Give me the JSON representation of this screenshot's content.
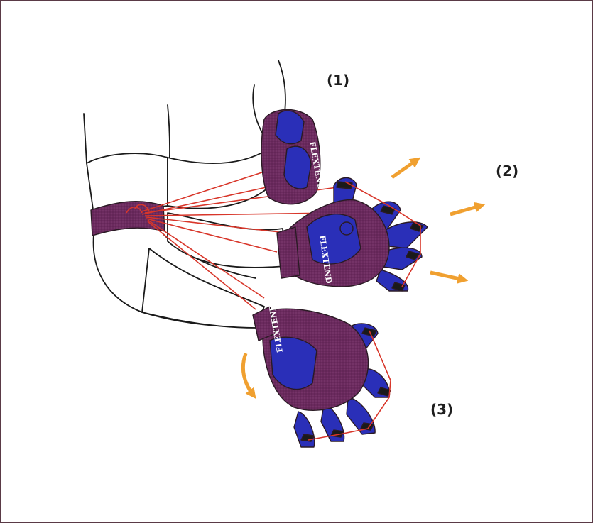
{
  "figure": {
    "labels": {
      "pose_1": "(1)",
      "pose_2": "(2)",
      "pose_3": "(3)"
    },
    "brand_text": "FLEXTEND",
    "colors": {
      "frame_border": "#5a3a46",
      "glove_purple": "#6b2a5e",
      "glove_blue": "#2a2fb8",
      "elastic_band": "#d8362a",
      "motion_arrow": "#f0a030",
      "outline": "#1a1a1a"
    },
    "motion_arrows": {
      "pose_2": "outward",
      "pose_3": "curved-down"
    }
  }
}
